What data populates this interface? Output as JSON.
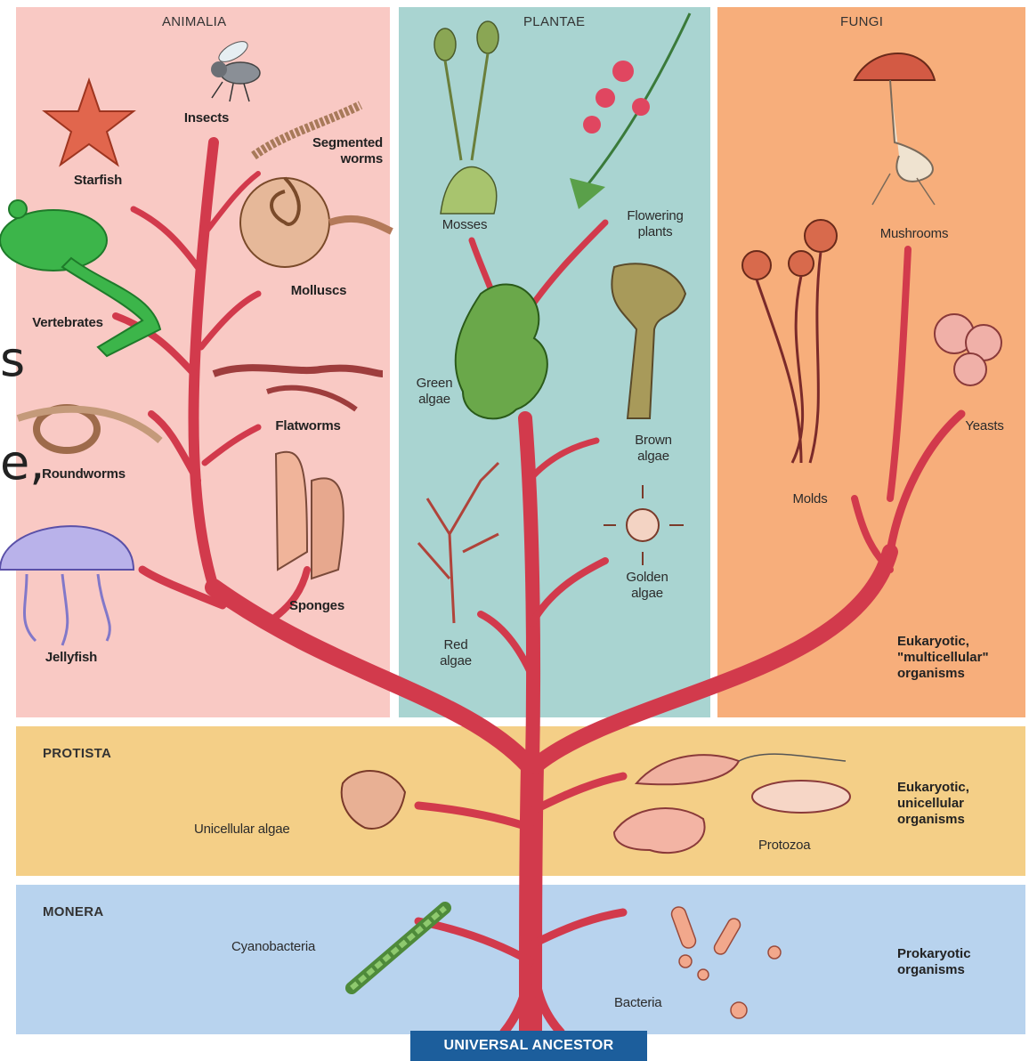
{
  "kingdoms": {
    "animalia": "ANIMALIA",
    "plantae": "PLANTAE",
    "fungi": "FUNGI",
    "protista": "PROTISTA",
    "monera": "MONERA"
  },
  "organisms": {
    "insects": "Insects",
    "segmented_worms": [
      "Segmented",
      "worms"
    ],
    "starfish": "Starfish",
    "molluscs": "Molluscs",
    "vertebrates": "Vertebrates",
    "flatworms": "Flatworms",
    "roundworms": "Roundworms",
    "sponges": "Sponges",
    "jellyfish": "Jellyfish",
    "mosses": "Mosses",
    "flowering_plants": [
      "Flowering",
      "plants"
    ],
    "green_algae": [
      "Green",
      "algae"
    ],
    "brown_algae": [
      "Brown",
      "algae"
    ],
    "golden_algae": [
      "Golden",
      "algae"
    ],
    "red_algae": [
      "Red",
      "algae"
    ],
    "mushrooms": "Mushrooms",
    "yeasts": "Yeasts",
    "molds": "Molds",
    "unicellular_algae": "Unicellular algae",
    "protozoa": "Protozoa",
    "cyanobacteria": "Cyanobacteria",
    "bacteria": "Bacteria"
  },
  "descriptions": {
    "multicellular": [
      "Eukaryotic,",
      "\"multicellular\"",
      "organisms"
    ],
    "unicellular": [
      "Eukaryotic,",
      "unicellular",
      "organisms"
    ],
    "prokaryotic": [
      "Prokaryotic",
      "organisms"
    ]
  },
  "ancestor": "UNIVERSAL ANCESTOR",
  "edge_fragments": [
    "s",
    "e,"
  ],
  "colors": {
    "animalia_bg": "#f9c9c4",
    "plantae_bg": "#a9d4d1",
    "fungi_bg": "#f7ae7b",
    "protista_bg": "#f4cf87",
    "monera_bg": "#b8d3ee",
    "tree": "#d23a4c",
    "ancestor_bg": "#1c5e9c"
  }
}
